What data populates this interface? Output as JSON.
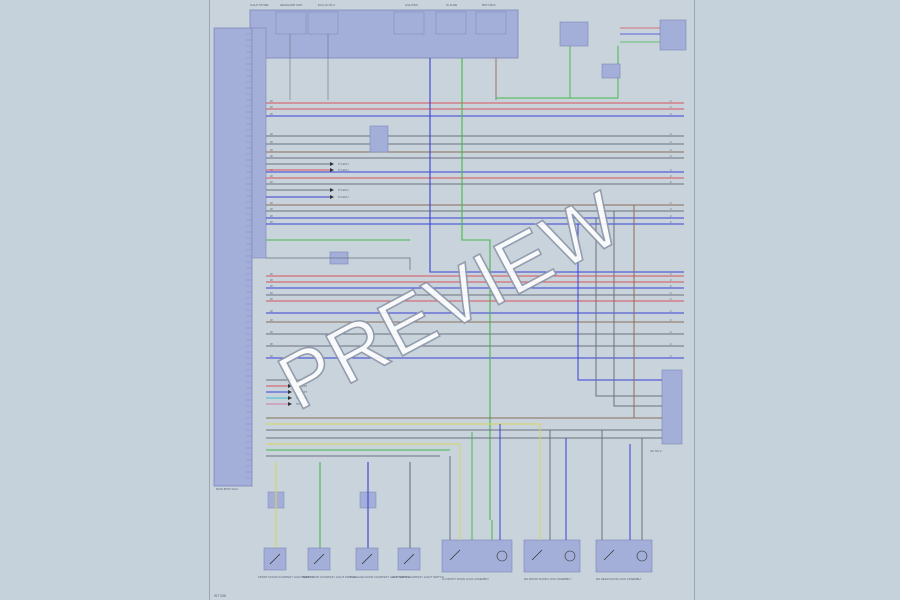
{
  "watermark": "PREVIEW",
  "colors": {
    "background": "#c5d2dc",
    "connector_fill": "#a3aed9",
    "connector_stroke": "#7d88b8",
    "wire_red": "#d8505a",
    "wire_blue": "#3a3fd6",
    "wire_green": "#43b84a",
    "wire_yellow": "#d7d75a",
    "wire_gray": "#6b7280",
    "wire_brown": "#8a6d5a",
    "wire_pink": "#d47fa0",
    "wire_cyan": "#3fc1d0"
  },
  "diagram": {
    "sheet_id": "WT 036",
    "top_connector_labels": [
      "LIGHT STORE",
      "HEADLAMP UNIT",
      "ECU-IG NO.1",
      "LIGHTING",
      "IG FUSE",
      "BATT BOX"
    ],
    "left_connector_label": "MAIN BODY ECU",
    "right_connector_label": "J/C NO.2",
    "bottom_components": [
      "FRONT DOOR COURTESY LIGHT SWITCH",
      "REAR DOOR COURTESY LIGHT SWITCH",
      "LUGGAGE DOOR COURTESY LIGHT SWITCH",
      "LIFT DOOR COURTESY LIGHT SWITCH",
      "LH FRONT DOOR LOCK ASSEMBLY",
      "RH FRONT DOOR LOCK ASSEMBLY",
      "RH REAR DOOR LOCK ASSEMBLY"
    ]
  }
}
